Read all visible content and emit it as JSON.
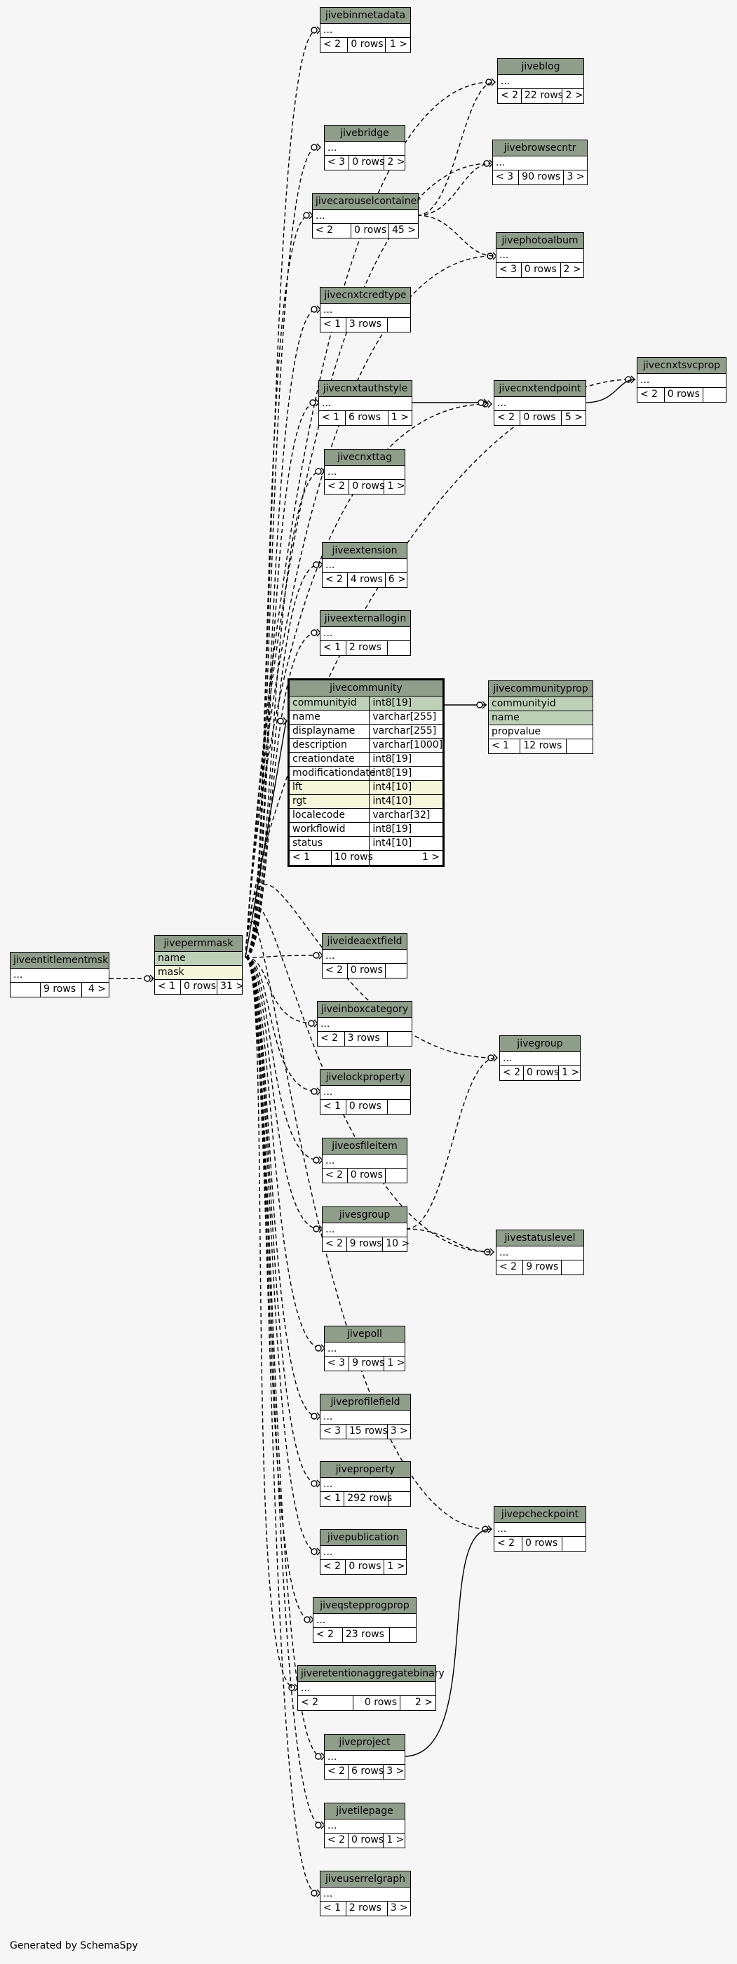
{
  "credit": "Generated by SchemaSpy",
  "colors": {
    "background": "#f6f6f6",
    "header": "#8f9e8a",
    "primary_key": "#bed1b8",
    "indexed": "#f4f7da"
  },
  "tables": {
    "jivebinmetadata": {
      "name": "jivebinmetadata",
      "row1": "...",
      "f1": "< 2",
      "f2": "0 rows",
      "f3": "1 >"
    },
    "jiveblog": {
      "name": "jiveblog",
      "row1": "...",
      "f1": "< 2",
      "f2": "22 rows",
      "f3": "2 >"
    },
    "jivebridge": {
      "name": "jivebridge",
      "row1": "...",
      "f1": "< 3",
      "f2": "0 rows",
      "f3": "2 >"
    },
    "jivebrowsecntr": {
      "name": "jivebrowsecntr",
      "row1": "...",
      "f1": "< 3",
      "f2": "90 rows",
      "f3": "3 >"
    },
    "jivecarouselcontainer": {
      "name": "jivecarouselcontainer",
      "row1": "...",
      "f1": "< 2",
      "f2": "0 rows",
      "f3": "45 >"
    },
    "jivephotoalbum": {
      "name": "jivephotoalbum",
      "row1": "...",
      "f1": "< 3",
      "f2": "0 rows",
      "f3": "2 >"
    },
    "jivecnxtcredtype": {
      "name": "jivecnxtcredtype",
      "row1": "...",
      "f1": "< 1",
      "f2": "3 rows",
      "f3": ""
    },
    "jivecnxtsvcprop": {
      "name": "jivecnxtsvcprop",
      "row1": "...",
      "f1": "< 2",
      "f2": "0 rows",
      "f3": ""
    },
    "jivecnxtauthstyle": {
      "name": "jivecnxtauthstyle",
      "row1": "...",
      "f1": "< 1",
      "f2": "6 rows",
      "f3": "1 >"
    },
    "jivecnxtendpoint": {
      "name": "jivecnxtendpoint",
      "row1": "...",
      "f1": "< 2",
      "f2": "0 rows",
      "f3": "5 >"
    },
    "jivecnxttag": {
      "name": "jivecnxttag",
      "row1": "...",
      "f1": "< 2",
      "f2": "0 rows",
      "f3": "1 >"
    },
    "jiveextension": {
      "name": "jiveextension",
      "row1": "...",
      "f1": "< 2",
      "f2": "4 rows",
      "f3": "6 >"
    },
    "jiveexternallogin": {
      "name": "jiveexternallogin",
      "row1": "...",
      "f1": "< 1",
      "f2": "2 rows",
      "f3": ""
    },
    "jivecommunityprop": {
      "name": "jivecommunityprop",
      "rows": [
        "communityid",
        "name",
        "propvalue"
      ],
      "f1": "< 1",
      "f2": "12 rows",
      "f3": ""
    },
    "jiveeidentitlementmsk": {
      "name": "jiveentitlementmsk",
      "row1": "...",
      "f1": "",
      "f2": "9 rows",
      "f3": "4 >"
    },
    "jivepermmask": {
      "name": "jivepermmask",
      "rows": [
        "name",
        "mask"
      ],
      "f1": "< 1",
      "f2": "0 rows",
      "f3": "31 >"
    },
    "jiveideaextfield": {
      "name": "jiveideaextfield",
      "row1": "...",
      "f1": "< 2",
      "f2": "0 rows",
      "f3": ""
    },
    "jiveinboxcategory": {
      "name": "jiveinboxcategory",
      "row1": "...",
      "f1": "< 2",
      "f2": "3 rows",
      "f3": ""
    },
    "jivegroup": {
      "name": "jivegroup",
      "row1": "...",
      "f1": "< 2",
      "f2": "0 rows",
      "f3": "1 >"
    },
    "jivelockproperty": {
      "name": "jivelockproperty",
      "row1": "...",
      "f1": "< 1",
      "f2": "0 rows",
      "f3": ""
    },
    "jiveosfileitem": {
      "name": "jiveosfileitem",
      "row1": "...",
      "f1": "< 2",
      "f2": "0 rows",
      "f3": ""
    },
    "jivesgroup": {
      "name": "jivesgroup",
      "row1": "...",
      "f1": "< 2",
      "f2": "9 rows",
      "f3": "10 >"
    },
    "jivestatuslevel": {
      "name": "jivestatuslevel",
      "row1": "...",
      "f1": "< 2",
      "f2": "9 rows",
      "f3": ""
    },
    "jivepoll": {
      "name": "jivepoll",
      "row1": "...",
      "f1": "< 3",
      "f2": "9 rows",
      "f3": "1 >"
    },
    "jiveprofilefield": {
      "name": "jiveprofilefield",
      "row1": "...",
      "f1": "< 3",
      "f2": "15 rows",
      "f3": "3 >"
    },
    "jiveproperty": {
      "name": "jiveproperty",
      "row1": "...",
      "f1": "< 1",
      "f2": "292 rows",
      "f3": ""
    },
    "jivepcheckpoint": {
      "name": "jivepcheckpoint",
      "row1": "...",
      "f1": "< 2",
      "f2": "0 rows",
      "f3": ""
    },
    "jivepublication": {
      "name": "jivepublication",
      "row1": "...",
      "f1": "< 2",
      "f2": "0 rows",
      "f3": "1 >"
    },
    "jiveqstepprogprop": {
      "name": "jiveqstepprogprop",
      "row1": "...",
      "f1": "< 2",
      "f2": "23 rows",
      "f3": ""
    },
    "jiveretentionaggregatebinary": {
      "name": "jiveretentionaggregatebinary",
      "row1": "...",
      "f1": "< 2",
      "f2": "0 rows",
      "f3": "2 >"
    },
    "jiveproject": {
      "name": "jiveproject",
      "row1": "...",
      "f1": "< 2",
      "f2": "6 rows",
      "f3": "3 >"
    },
    "jivetilepage": {
      "name": "jivetilepage",
      "row1": "...",
      "f1": "< 2",
      "f2": "0 rows",
      "f3": "1 >"
    },
    "jiveuserrelgraph": {
      "name": "jiveuserrelgraph",
      "row1": "...",
      "f1": "< 1",
      "f2": "2 rows",
      "f3": "3 >"
    }
  },
  "community": {
    "name": "jivecommunity",
    "columns": [
      {
        "col": "communityid",
        "type": "int8[19]"
      },
      {
        "col": "name",
        "type": "varchar[255]"
      },
      {
        "col": "displayname",
        "type": "varchar[255]"
      },
      {
        "col": "description",
        "type": "varchar[1000]"
      },
      {
        "col": "creationdate",
        "type": "int8[19]"
      },
      {
        "col": "modificationdate",
        "type": "int8[19]"
      },
      {
        "col": "lft",
        "type": "int4[10]"
      },
      {
        "col": "rgt",
        "type": "int4[10]"
      },
      {
        "col": "localecode",
        "type": "varchar[32]"
      },
      {
        "col": "workflowid",
        "type": "int8[19]"
      },
      {
        "col": "status",
        "type": "int4[10]"
      }
    ],
    "f1": "< 1",
    "f2": "10 rows",
    "f3": "1 >"
  }
}
